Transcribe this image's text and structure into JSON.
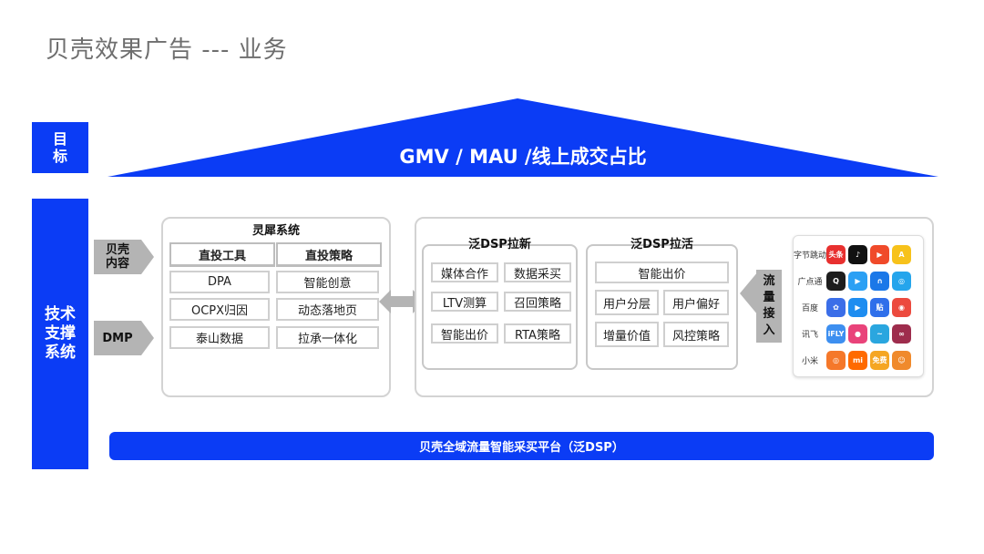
{
  "slide": {
    "title": "贝壳效果广告 --- 业务"
  },
  "goal": {
    "side_label": "目\n标",
    "text": "GMV / MAU /线上成交占比"
  },
  "tech": {
    "side_label": "技术\n支撑\n系统"
  },
  "inputs": [
    {
      "label": "贝壳\n内容"
    },
    {
      "label": "DMP"
    }
  ],
  "lingxi": {
    "title": "灵犀系统",
    "col1_header": "直投工具",
    "col2_header": "直投策略",
    "col1_items": [
      "DPA",
      "OCPX归因",
      "泰山数据"
    ],
    "col2_items": [
      "智能创意",
      "动态落地页",
      "拉承一体化"
    ]
  },
  "dsp_new": {
    "title": "泛DSP拉新",
    "items": [
      "媒体合作",
      "数据采买",
      "LTV测算",
      "召回策略",
      "智能出价",
      "RTA策略"
    ]
  },
  "dsp_active": {
    "title": "泛DSP拉活",
    "top_item": "智能出价",
    "items": [
      "用户分层",
      "用户偏好",
      "增量价值",
      "风控策略"
    ]
  },
  "traffic": {
    "label": "流\n量\n接\n入"
  },
  "media": [
    {
      "name": "字节跳动",
      "apps": [
        {
          "icon": "toutiao-app-icon",
          "text": "头条",
          "color": "#e8302f"
        },
        {
          "icon": "douyin-app-icon",
          "text": "♪",
          "color": "#111111"
        },
        {
          "icon": "xigua-app-icon",
          "text": "▶",
          "color": "#f04a2a"
        },
        {
          "icon": "fanqie-app-icon",
          "text": "A",
          "color": "#f7c21b"
        }
      ]
    },
    {
      "name": "广点通",
      "apps": [
        {
          "icon": "qq-app-icon",
          "text": "Q",
          "color": "#1d1d1d"
        },
        {
          "icon": "tencent-video-app-icon",
          "text": "▶",
          "color": "#2ba0f4"
        },
        {
          "icon": "qzone-app-icon",
          "text": "∩",
          "color": "#1b78e8"
        },
        {
          "icon": "youlianghui-app-icon",
          "text": "◎",
          "color": "#25a5ec"
        }
      ]
    },
    {
      "name": "百度",
      "apps": [
        {
          "icon": "baidu-app-icon",
          "text": "✿",
          "color": "#3b6ee8"
        },
        {
          "icon": "haokan-app-icon",
          "text": "▶",
          "color": "#1e8df0"
        },
        {
          "icon": "tieba-app-icon",
          "text": "贴",
          "color": "#2f6fea"
        },
        {
          "icon": "baidu-map-app-icon",
          "text": "◉",
          "color": "#ec4a3e"
        }
      ]
    },
    {
      "name": "讯飞",
      "apps": [
        {
          "icon": "iflytek-app-icon",
          "text": "iFLY",
          "color": "#3d8ff0"
        },
        {
          "icon": "xunfei-voice-app-icon",
          "text": "●",
          "color": "#e9437a"
        },
        {
          "icon": "voice-assistant-app-icon",
          "text": "~",
          "color": "#2aa6df"
        },
        {
          "icon": "xunfei-music-app-icon",
          "text": "∞",
          "color": "#9e2d4d"
        }
      ]
    },
    {
      "name": "小米",
      "apps": [
        {
          "icon": "mi-browser-app-icon",
          "text": "◎",
          "color": "#f5782a"
        },
        {
          "icon": "mi-app-icon",
          "text": "mi",
          "color": "#ff6a00"
        },
        {
          "icon": "free-novel-app-icon",
          "text": "免费",
          "color": "#f5a623"
        },
        {
          "icon": "mi-assistant-app-icon",
          "text": "☺",
          "color": "#f08a2c"
        }
      ]
    }
  ],
  "platform": {
    "text": "贝壳全域流量智能采买平台（泛DSP）"
  },
  "colors": {
    "brand_blue": "#0b3cf5",
    "gray_label": "#b4b4b4",
    "panel_border": "#d3d3d3"
  }
}
